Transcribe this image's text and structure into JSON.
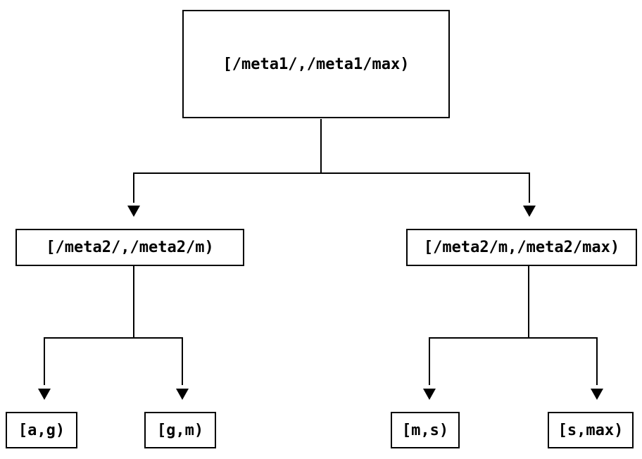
{
  "diagram": {
    "type": "tree",
    "colors": {
      "background": "#ffffff",
      "line": "#000000",
      "text": "#000000"
    },
    "nodes": {
      "root": {
        "label": "[/meta1/,/meta1/max)"
      },
      "left": {
        "label": "[/meta2/,/meta2/m)"
      },
      "right": {
        "label": "[/meta2/m,/meta2/max)"
      },
      "leaf_ag": {
        "label": "[a,g)"
      },
      "leaf_gm": {
        "label": "[g,m)"
      },
      "leaf_ms": {
        "label": "[m,s)"
      },
      "leaf_smax": {
        "label": "[s,max)"
      }
    },
    "edges": [
      {
        "from": "root",
        "to": "left"
      },
      {
        "from": "root",
        "to": "right"
      },
      {
        "from": "left",
        "to": "leaf_ag"
      },
      {
        "from": "left",
        "to": "leaf_gm"
      },
      {
        "from": "right",
        "to": "leaf_ms"
      },
      {
        "from": "right",
        "to": "leaf_smax"
      }
    ]
  }
}
